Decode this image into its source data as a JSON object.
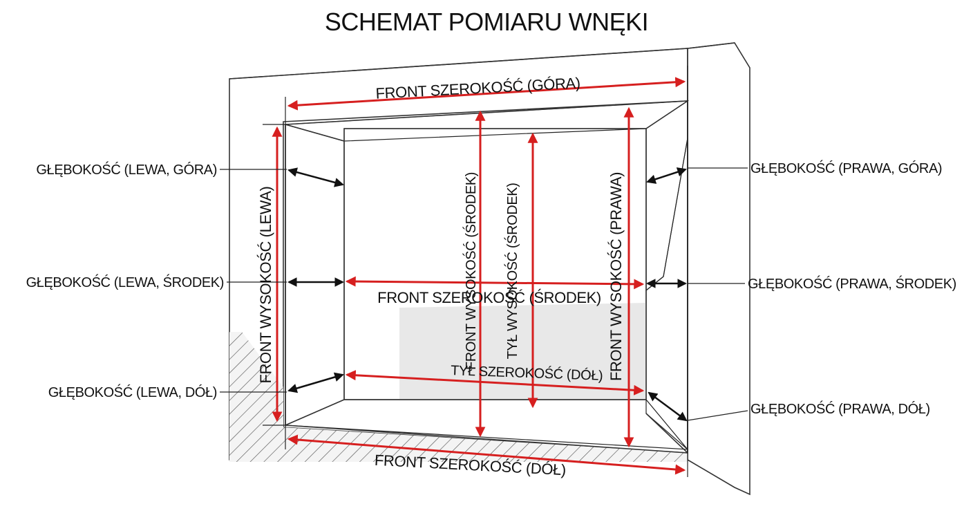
{
  "title": "SCHEMAT POMIARU WNĘKI",
  "labels": {
    "front_width_top": "FRONT SZEROKOŚĆ (GÓRA)",
    "front_width_middle": "FRONT SZEROKOŚĆ (ŚRODEK)",
    "front_width_bottom": "FRONT SZEROKOŚĆ (DÓŁ)",
    "back_width_bottom": "TYŁ SZEROKOŚĆ (DÓŁ)",
    "front_height_left": "FRONT WYSOKOŚĆ (LEWA)",
    "front_height_right": "FRONT WYSOKOŚĆ (PRAWA)",
    "front_height_middle": "FRONT WYSOKOŚĆ (ŚRODEK)",
    "back_height_middle": "TYŁ WYSOKOŚĆ (ŚRODEK)",
    "depth_left_top": "GŁĘBOKOŚĆ (LEWA, GÓRA)",
    "depth_left_middle": "GŁĘBOKOŚĆ (LEWA, ŚRODEK)",
    "depth_left_bottom": "GŁĘBOKOŚĆ (LEWA, DÓŁ)",
    "depth_right_top": "GŁĘBOKOŚĆ (PRAWA, GÓRA)",
    "depth_right_middle": "GŁĘBOKOŚĆ (PRAWA, ŚRODEK)",
    "depth_right_bottom": "GŁĘBOKOŚĆ (PRAWA, DÓŁ)"
  },
  "colors": {
    "measure_arrow": "#d61f1f",
    "depth_arrow": "#111111",
    "wall_face": "#e4e4e4",
    "wall_side": "#cfcfcf",
    "niche_back": "#cccccc",
    "niche_side": "#bdbdbd"
  }
}
